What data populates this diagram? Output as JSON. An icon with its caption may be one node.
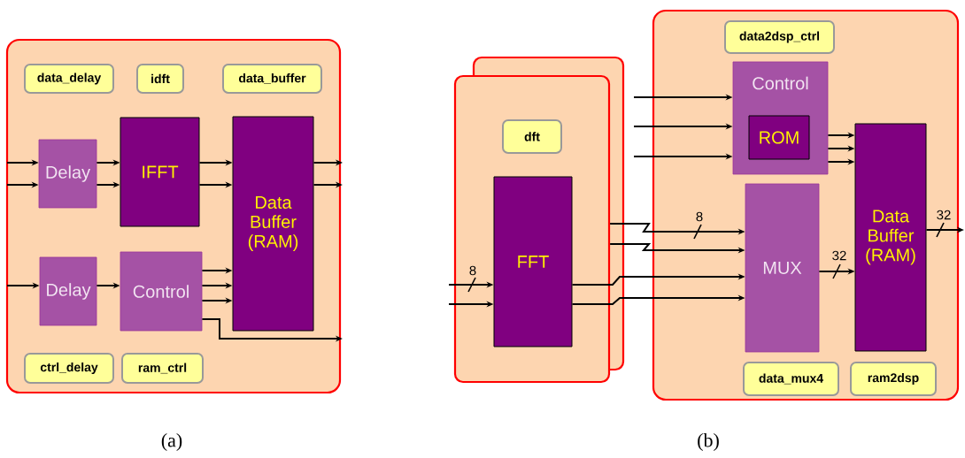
{
  "diagram": {
    "nodes": [
      {
        "text": [],
        "shape": "box"
      },
      {
        "text": [
          "data_delay"
        ],
        "in": 0
      },
      {
        "text": [
          "idft"
        ],
        "in": 0
      },
      {
        "text": [
          "data_buffer"
        ],
        "in": 0
      },
      {
        "text": [
          "Delay"
        ],
        "in": 0
      },
      {
        "text": [
          "IFFT"
        ],
        "in": 0
      },
      {
        "text": [
          "Data Buffer (RAM)"
        ],
        "in": 0
      },
      {
        "text": [
          "Delay"
        ],
        "in": 0
      },
      {
        "text": [
          "Control"
        ],
        "in": 0
      },
      {
        "text": [
          "ctrl_delay"
        ],
        "in": 0
      },
      {
        "text": [
          "ram_ctrl"
        ],
        "in": 0
      },
      {
        "text": [],
        "shape": "box"
      },
      {
        "text": [
          "dft"
        ],
        "in": 11
      },
      {
        "text": [
          "FFT"
        ],
        "in": 11
      },
      {
        "text": [],
        "shape": "box"
      },
      {
        "text": [
          "data2dsp_ctrl"
        ],
        "in": 14
      },
      {
        "text": [
          "Control"
        ],
        "in": 14
      },
      {
        "text": [
          "ROM"
        ],
        "in": 16
      },
      {
        "text": [
          "MUX"
        ],
        "in": 14
      },
      {
        "text": [
          "Data Buffer (RAM)"
        ],
        "in": 14
      },
      {
        "text": [
          "data_mux4"
        ],
        "in": 14
      },
      {
        "text": [
          "ram2dsp"
        ],
        "in": 14
      }
    ],
    "edges": [
      {
        "from": null,
        "to": 4,
        "arrow": "to"
      },
      {
        "from": null,
        "to": 4,
        "arrow": "to"
      },
      {
        "from": 4,
        "to": 5,
        "arrow": "to"
      },
      {
        "from": 4,
        "to": 5,
        "arrow": "to"
      },
      {
        "from": 5,
        "to": 6,
        "arrow": "to"
      },
      {
        "from": 5,
        "to": 6,
        "arrow": "to"
      },
      {
        "from": 6,
        "to": null,
        "arrow": "to"
      },
      {
        "from": 6,
        "to": null,
        "arrow": "to"
      },
      {
        "from": null,
        "to": 7,
        "arrow": "to"
      },
      {
        "from": 7,
        "to": 8,
        "arrow": "to"
      },
      {
        "from": 8,
        "to": 6,
        "arrow": "to"
      },
      {
        "from": 8,
        "to": 6,
        "arrow": "to"
      },
      {
        "from": 8,
        "to": 6,
        "arrow": "to"
      },
      {
        "from": 8,
        "to": null,
        "arrow": "to"
      },
      {
        "from": null,
        "to": 13,
        "arrow": "to",
        "label": "8"
      },
      {
        "from": null,
        "to": 13,
        "arrow": "to"
      },
      {
        "from": 13,
        "to": 18,
        "arrow": "to"
      },
      {
        "from": 13,
        "to": 18,
        "arrow": "to"
      },
      {
        "from": 11,
        "to": 18,
        "arrow": "to",
        "label": "8"
      },
      {
        "from": 11,
        "to": 18,
        "arrow": "to"
      },
      {
        "from": null,
        "to": 16,
        "arrow": "to"
      },
      {
        "from": null,
        "to": 16,
        "arrow": "to"
      },
      {
        "from": null,
        "to": 16,
        "arrow": "to"
      },
      {
        "from": 16,
        "to": 19,
        "arrow": "to"
      },
      {
        "from": 16,
        "to": 19,
        "arrow": "to"
      },
      {
        "from": 16,
        "to": 19,
        "arrow": "to"
      },
      {
        "from": 18,
        "to": 19,
        "arrow": "to",
        "label": "32"
      },
      {
        "from": 19,
        "to": null,
        "arrow": "to",
        "label": "32"
      }
    ],
    "labels": [
      "(a)",
      "(b)"
    ]
  }
}
